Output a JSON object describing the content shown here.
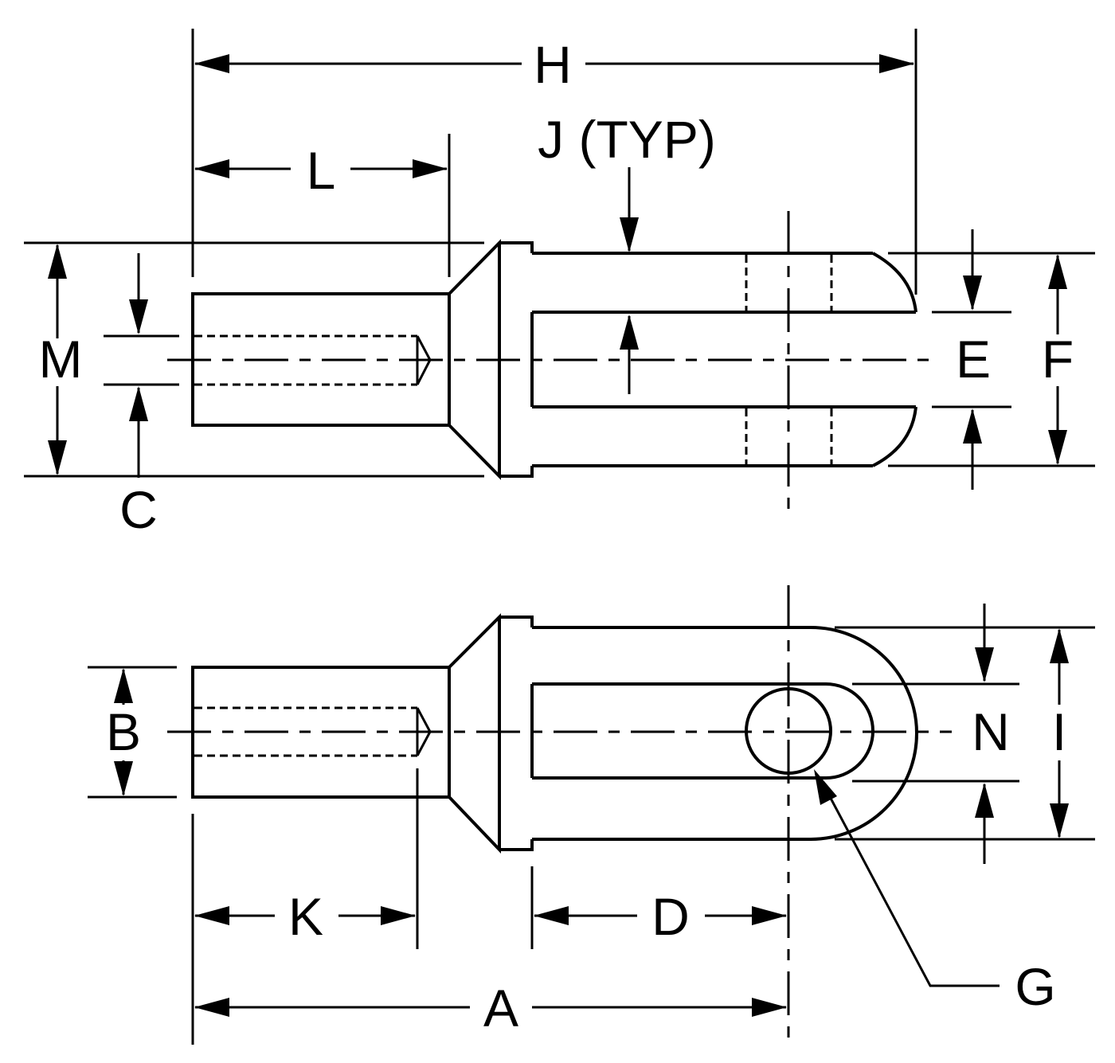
{
  "labels": {
    "H": "H",
    "L": "L",
    "J": "J (TYP)",
    "M": "M",
    "C": "C",
    "E": "E",
    "F": "F",
    "B": "B",
    "N": "N",
    "I": "I",
    "K": "K",
    "D": "D",
    "A": "A",
    "G": "G"
  }
}
